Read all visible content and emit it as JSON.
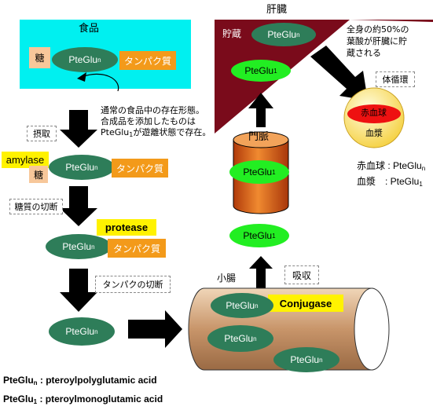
{
  "food": {
    "title": "食品",
    "sugar": "糖",
    "compound": "PteGlu",
    "compound_sub": "n",
    "protein": "タンパク質"
  },
  "note": {
    "line1": "通常の食品中の存在形態。",
    "line2": "合成品を添加したものは",
    "line3_pre": "PteGlu",
    "line3_sub": "1",
    "line3_post": "が遊離状態で存在。"
  },
  "step1": {
    "label": "摂取",
    "enzyme": "amylase",
    "sugar": "糖",
    "compound": "PteGlu",
    "compound_sub": "n",
    "protein": "タンパク質"
  },
  "step2": {
    "label": "糖質の切断",
    "enzyme": "protease",
    "compound": "PteGlu",
    "compound_sub": "n",
    "protein": "タンパク質"
  },
  "step3": {
    "label": "タンパクの切断",
    "compound": "PteGlu",
    "compound_sub": "n"
  },
  "intestine": {
    "title": "小腸",
    "enzyme": "Conjugase",
    "absorb_label": "吸収",
    "compounds": [
      {
        "text": "PteGlu",
        "sub": "n"
      },
      {
        "text": "PteGlu",
        "sub": "n"
      },
      {
        "text": "PteGlu",
        "sub": "n"
      }
    ]
  },
  "portal": {
    "title": "門脈",
    "compound_inside": "PteGlu",
    "compound_inside_sub": "1",
    "compound_below": "PteGlu",
    "compound_below_sub": "1"
  },
  "liver": {
    "title": "肝臓",
    "storage_label": "貯蔵",
    "compound": "PteGlu",
    "compound_sub": "n",
    "compound_lower": "PteGlu",
    "compound_lower_sub": "1",
    "note_line1": "全身の約50%の",
    "note_line2": "葉酸が肝臓に貯",
    "note_line3": "蔵される"
  },
  "circulation": {
    "label": "体循環",
    "rbc": "赤血球",
    "plasma": "血漿"
  },
  "blood_forms": {
    "rbc_line_pre": "赤血球 : PteGlu",
    "rbc_line_sub": "n",
    "plasma_line_pre": "血漿　: PteGlu",
    "plasma_line_sub": "1"
  },
  "legend": [
    {
      "term": "PteGlu",
      "sub": "n",
      "desc": " : pteroylpolyglutamic acid"
    },
    {
      "term": "PteGlu",
      "sub": "1",
      "desc": " : pteroylmonoglutamic acid"
    }
  ],
  "colors": {
    "cyan": "#00f0f0",
    "dark_green": "#2e7d59",
    "light_green": "#22ee22",
    "orange": "#f39a1a",
    "maroon": "#7a0b1b",
    "yellow": "#fff200",
    "intestine": "#d4a87c",
    "portal": "#e0541a"
  }
}
